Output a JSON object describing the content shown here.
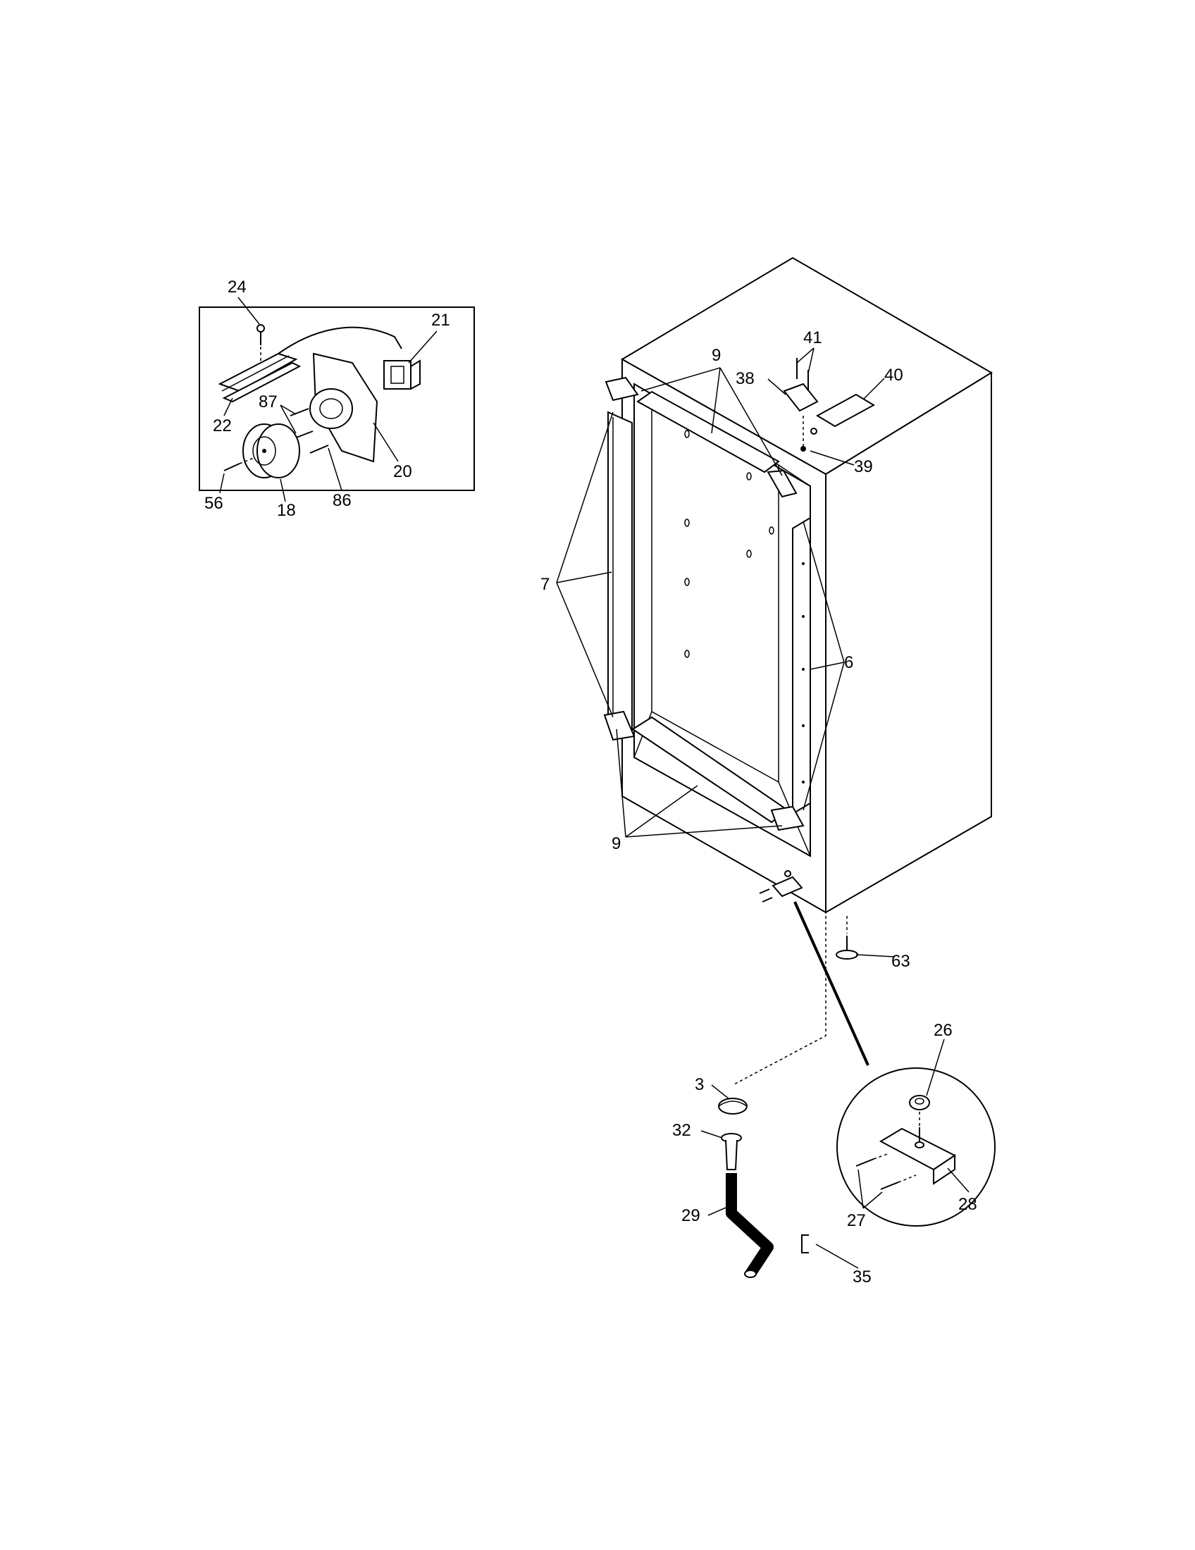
{
  "diagram": {
    "callouts": {
      "c24": "24",
      "c21": "21",
      "c22": "22",
      "c87": "87",
      "c20": "20",
      "c56": "56",
      "c18": "18",
      "c86": "86",
      "c9_top": "9",
      "c41": "41",
      "c38": "38",
      "c40": "40",
      "c39": "39",
      "c7": "7",
      "c6": "6",
      "c9_bottom": "9",
      "c63": "63",
      "c26": "26",
      "c3": "3",
      "c32": "32",
      "c27": "27",
      "c28": "28",
      "c29": "29",
      "c35": "35"
    }
  }
}
